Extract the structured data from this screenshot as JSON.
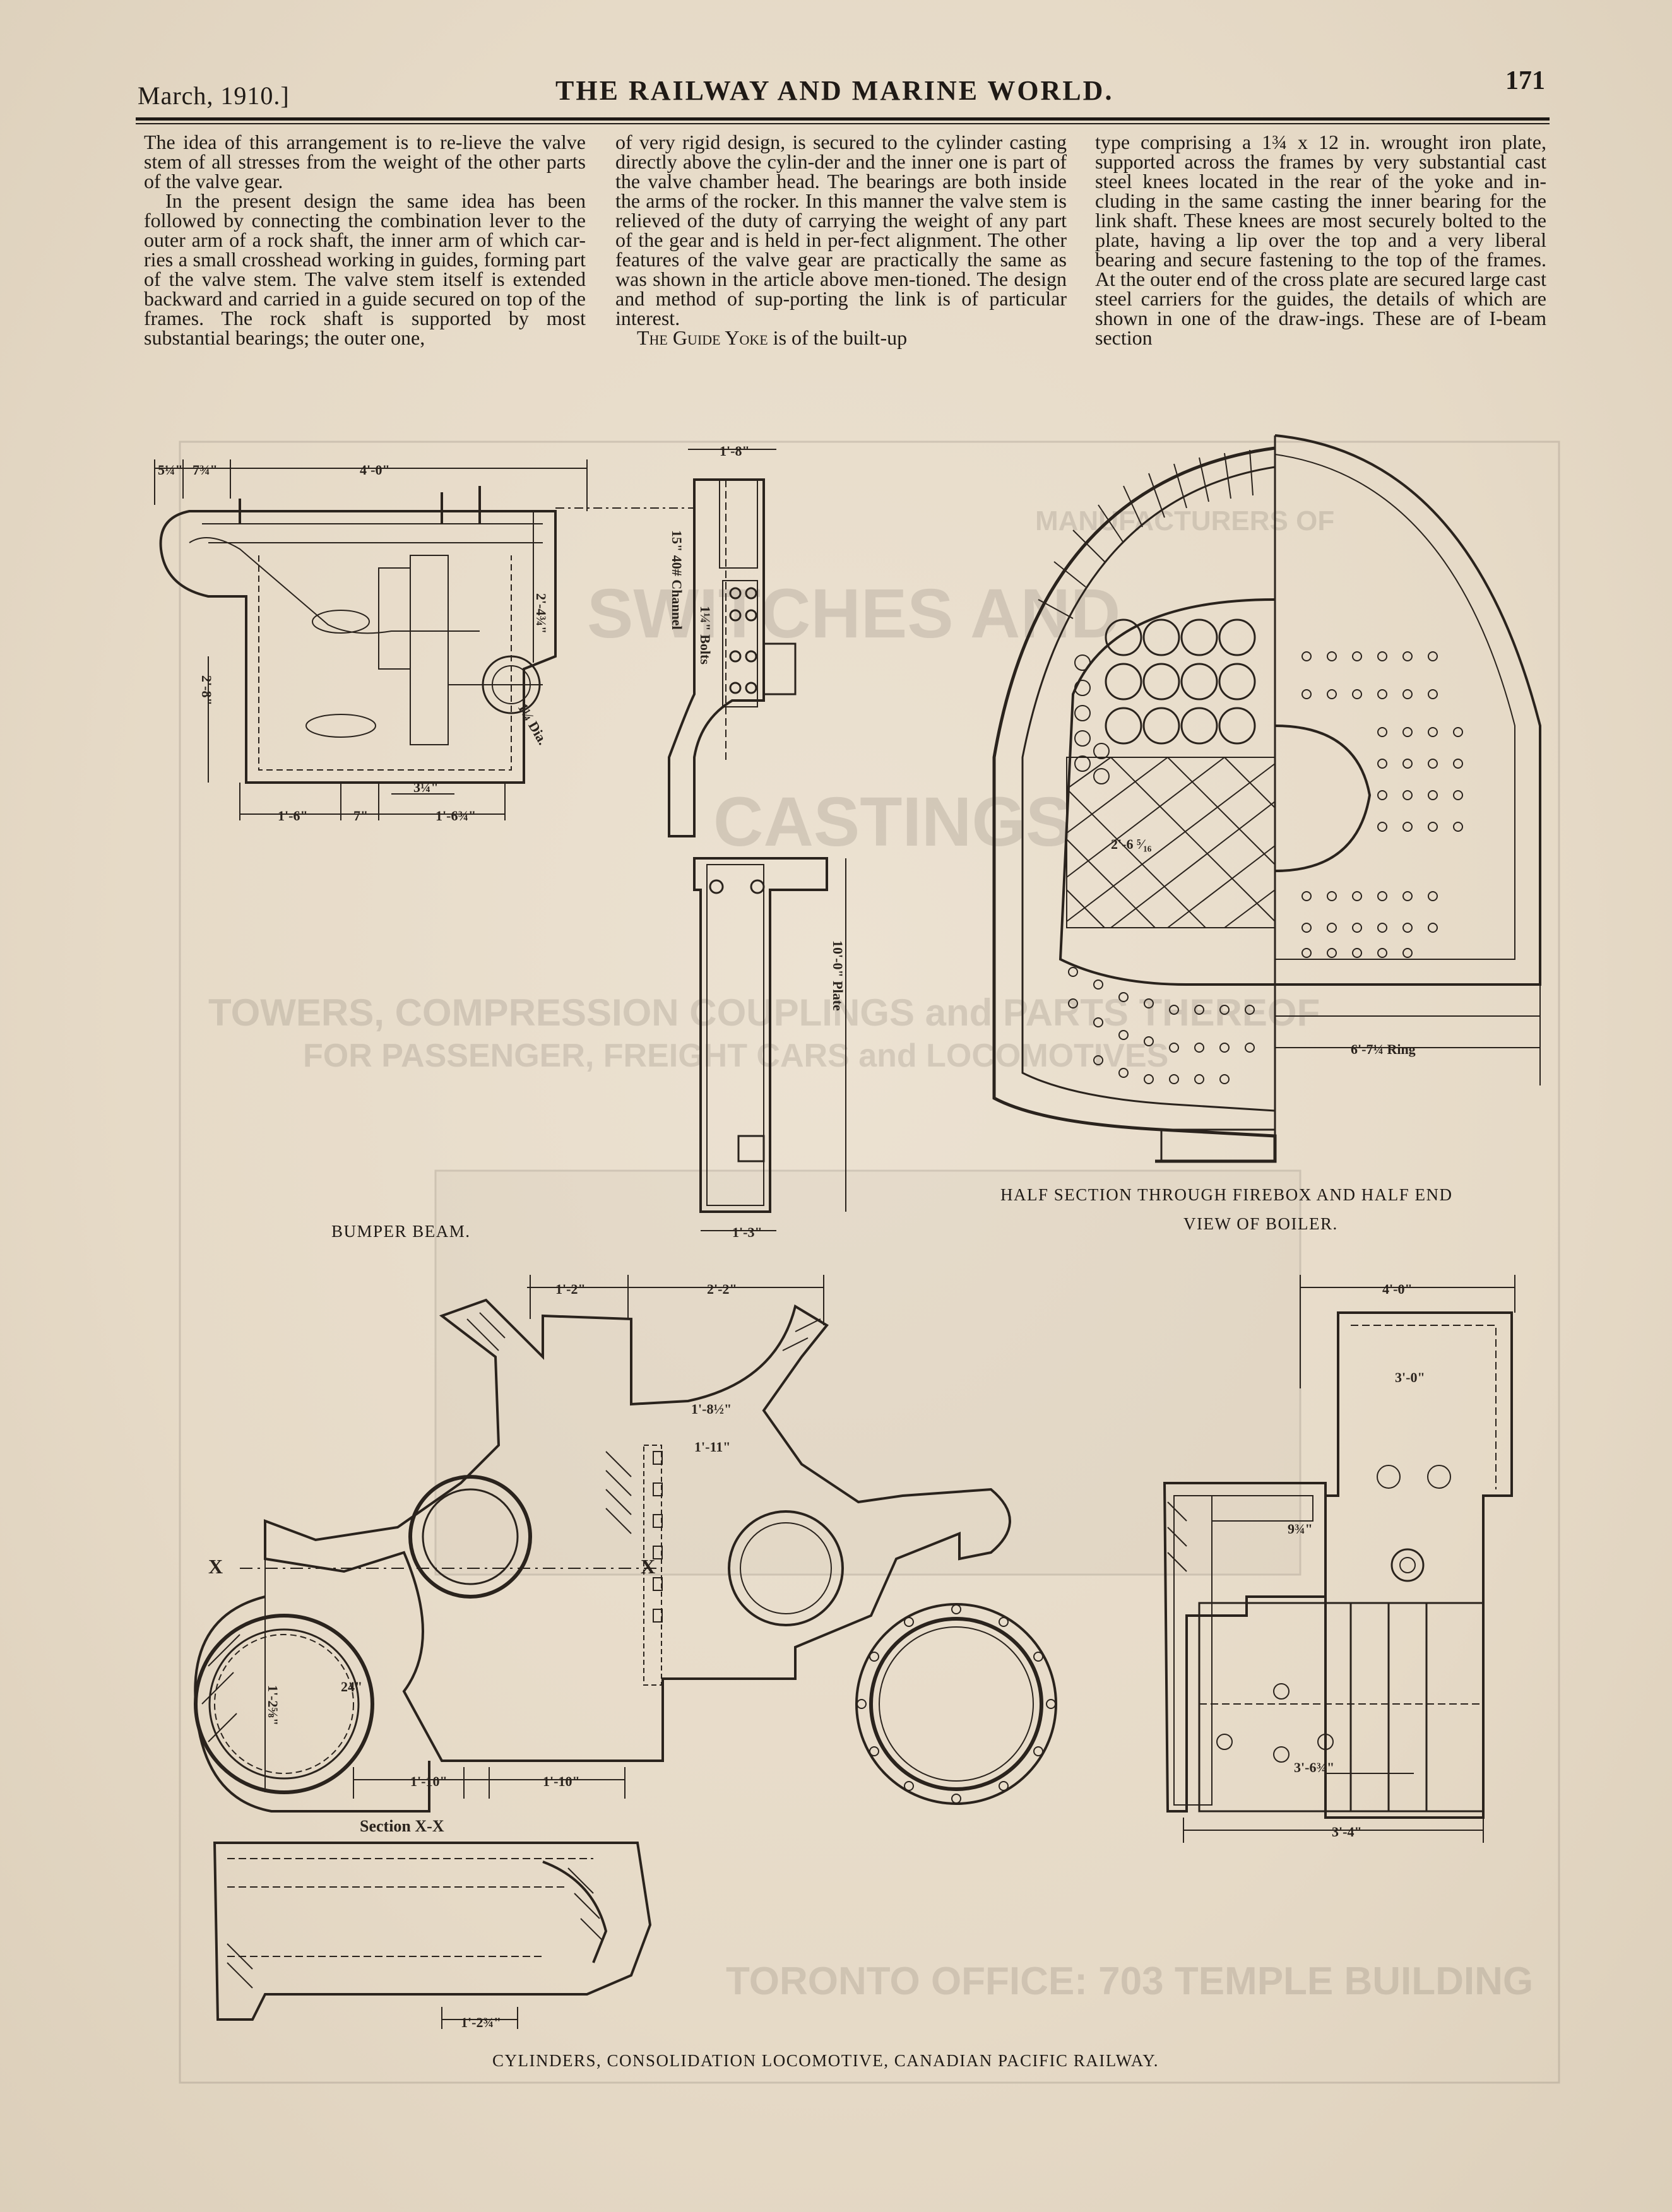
{
  "header": {
    "date": "March, 1910.]",
    "title": "THE RAILWAY AND MARINE WORLD.",
    "page_number": "171"
  },
  "article": {
    "col1_p1": "The idea of this arrangement is to re-lieve the valve stem of all stresses from the weight of the other parts of the valve gear.",
    "col1_p2": "In the present design the same idea has been followed by connecting the combination lever to the outer arm of a rock shaft, the inner arm of which car-ries a small crosshead working in guides, forming part of the valve stem. The valve stem itself is extended backward and carried in a guide secured on top of the frames. The rock shaft is supported by most substantial bearings; the outer one,",
    "col2_p1": "of very rigid design, is secured to the cylinder casting directly above the cylin-der and the inner one is part of the valve chamber head. The bearings are both inside the arms of the rocker. In this manner the valve stem is relieved of the duty of carrying the weight of any part of the gear and is held in per-fect alignment. The other features of the valve gear are practically the same as was shown in the article above men-tioned. The design and method of sup-porting the link is of particular interest.",
    "col2_p2_head": "The Guide Yoke",
    "col2_p2_rest": " is of the built-up",
    "col3_p1": "type comprising a 1¾ x 12 in. wrought iron plate, supported across the frames by very substantial cast steel knees located in the rear of the yoke and in-cluding in the same casting the inner bearing for the link shaft. These knees are most securely bolted to the plate, having a lip over the top and a very liberal bearing and secure fastening to the top of the frames. At the outer end of the cross plate are secured large cast steel carriers for the guides, the details of which are shown in one of the draw-ings. These are of I-beam section"
  },
  "figures": {
    "bumper_caption": "BUMPER BEAM.",
    "boiler_caption_line1": "HALF SECTION THROUGH FIREBOX AND HALF END",
    "boiler_caption_line2": "VIEW OF BOILER.",
    "cylinder_caption": "CYLINDERS, CONSOLIDATION LOCOMOTIVE, CANADIAN PACIFIC RAILWAY.",
    "section_label": "Section X-X",
    "x_mark": "X",
    "channel_label": "15\" 40# Channel",
    "bolts_label": "1¼\" Bolts",
    "plate_label": "10'-0\" Plate",
    "ring_label": "6'-7¼ Ring",
    "dims": {
      "b1": "5¼\"",
      "b2": "7¾\"",
      "b3": "4'-0\"",
      "b4": "2'-4¾\"",
      "b5": "2'-8\"",
      "b6": "1'-6\"",
      "b7": "7\"",
      "b8": "1'-6¾\"",
      "b9": "3¼\"",
      "b10": "1¼ Dia.",
      "g1": "1'-8\"",
      "g2": "1'-3\"",
      "c1": "1'-2\"",
      "c2": "2'-2\"",
      "c3": "1'-8½\"",
      "c4": "1'-11\"",
      "c5": "1'-10\"",
      "c6": "1'-10\"",
      "c7": "1'-2⅝\"",
      "c8": "24\"",
      "c9": "1'-2¾\"",
      "e1": "4'-0\"",
      "e2": "3'-0\"",
      "e3": "9¾\"",
      "e4": "3'-6¾\"",
      "e5": "3'-4\"",
      "f1": "2'-6 ⁵⁄₁₆"
    }
  },
  "show_through": {
    "l1": "MANUFACTURERS OF",
    "l2": "SWITCHES AND",
    "l3": "CASTINGS",
    "l4": "TOWERS, COMPRESSION COUPLINGS and PARTS THEREOF",
    "l5": "FOR PASSENGER, FREIGHT CARS and LOCOMOTIVES",
    "l6": "TORONTO OFFICE: 703 TEMPLE BUILDING"
  }
}
